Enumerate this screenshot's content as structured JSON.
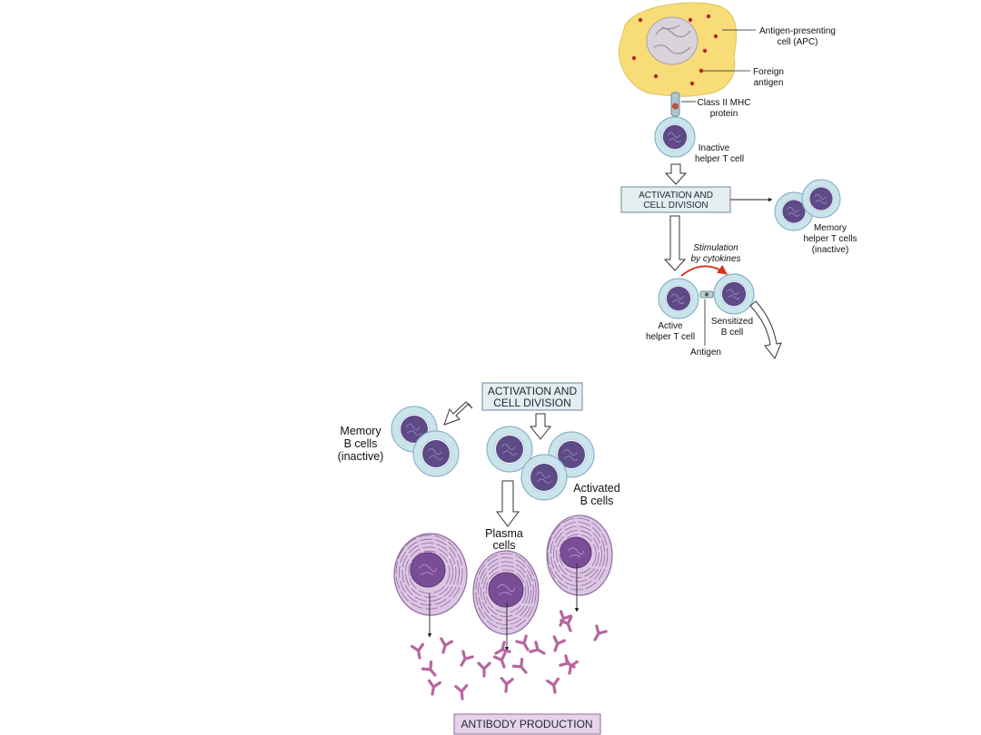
{
  "labels": {
    "apc": [
      "Antigen-presenting",
      "cell (APC)"
    ],
    "foreign_antigen": [
      "Foreign",
      "antigen"
    ],
    "mhc": [
      "Class II MHC",
      "protein"
    ],
    "inactive_t": [
      "Inactive",
      "helper T cell"
    ],
    "memory_t": [
      "Memory",
      "helper T cells",
      "(inactive)"
    ],
    "stimulation": [
      "Stimulation",
      "by cytokines"
    ],
    "active_t": [
      "Active",
      "helper T cell"
    ],
    "sensitized_b": [
      "Sensitized",
      "B cell"
    ],
    "antigen": "Antigen",
    "memory_b": [
      "Memory",
      "B cells",
      "(inactive)"
    ],
    "activated_b": [
      "Activated",
      "B cells"
    ],
    "plasma": [
      "Plasma",
      "cells"
    ]
  },
  "boxes": {
    "activation_top": [
      "ACTIVATION AND",
      "CELL DIVISION"
    ],
    "activation_bottom": [
      "ACTIVATION AND",
      "CELL DIVISION"
    ],
    "antibody": "ANTIBODY PRODUCTION"
  },
  "colors": {
    "apc_fill": "#f7dc78",
    "apc_nucleus": "#d8d4da",
    "antigen_dot": "#b02a2a",
    "cell_halo": "#c9e4ec",
    "cell_ring": "#8eb4c4",
    "nucleus": "#5d4a86",
    "plasma_fill": "#ddc6e4",
    "plasma_line": "#8d6a9d",
    "antibody": "#b7669f",
    "box_fill": "#e4eef1",
    "antibody_box_fill": "#e7d3e9",
    "red_arrow": "#d4331e"
  }
}
